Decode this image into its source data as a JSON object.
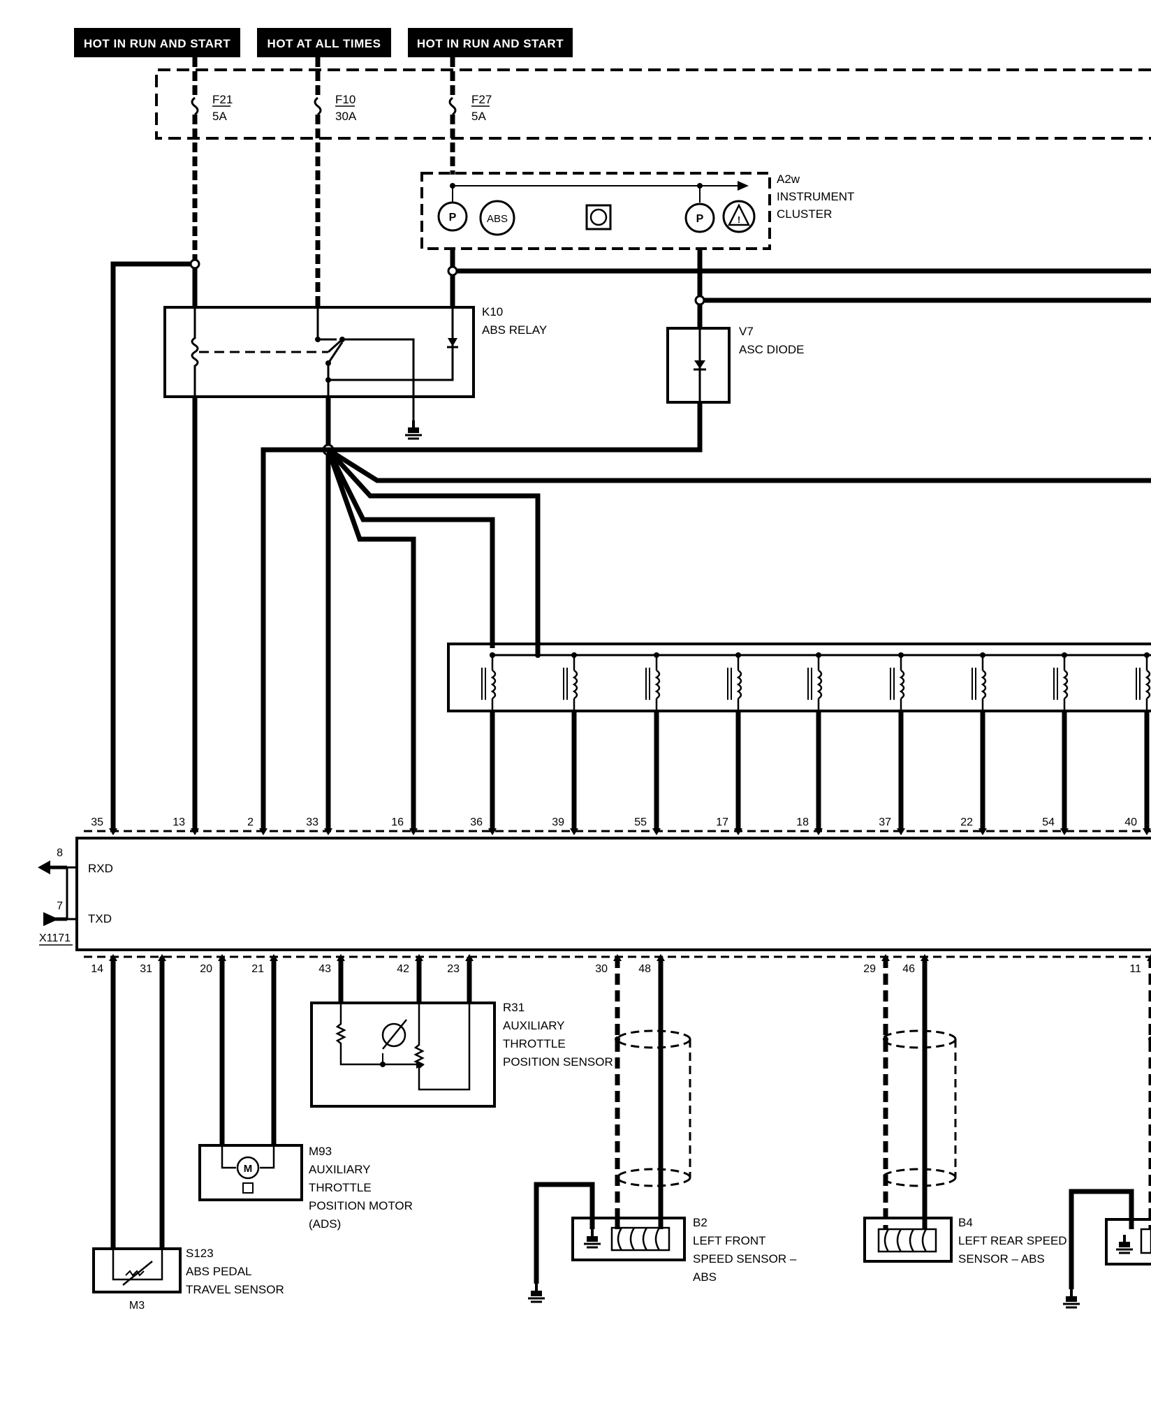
{
  "power_labels": [
    {
      "id": "hot1",
      "text": "HOT IN RUN AND START"
    },
    {
      "id": "hot2",
      "text": "HOT AT ALL TIMES"
    },
    {
      "id": "hot3",
      "text": "HOT IN RUN AND START"
    }
  ],
  "fuses": [
    {
      "id": "f21",
      "name": "F21",
      "rating": "5A"
    },
    {
      "id": "f10",
      "name": "F10",
      "rating": "30A"
    },
    {
      "id": "f27",
      "name": "F27",
      "rating": "5A"
    }
  ],
  "components": {
    "instrument_cluster": {
      "code": "A2w",
      "name_line1": "INSTRUMENT",
      "name_line2": "CLUSTER",
      "abs_symbol": "ABS"
    },
    "abs_relay": {
      "code": "K10",
      "name": "ABS RELAY"
    },
    "asc_diode": {
      "code": "V7",
      "name": "ASC DIODE"
    },
    "throttle_sensor": {
      "code": "R31",
      "name_line1": "AUXILIARY",
      "name_line2": "THROTTLE",
      "name_line3": "POSITION SENSOR"
    },
    "throttle_motor": {
      "code": "M93",
      "name_line1": "AUXILIARY",
      "name_line2": "THROTTLE",
      "name_line3": "POSITION MOTOR",
      "name_line4": "(ADS)",
      "symbol": "M"
    },
    "pedal_sensor": {
      "code": "S123",
      "name_line1": "ABS PEDAL",
      "name_line2": "TRAVEL SENSOR",
      "sub": "M3"
    },
    "left_front_sensor": {
      "code": "B2",
      "name_line1": "LEFT FRONT",
      "name_line2": "SPEED SENSOR –",
      "name_line3": "ABS"
    },
    "left_rear_sensor": {
      "code": "B4",
      "name_line1": "LEFT REAR SPEED",
      "name_line2": "SENSOR – ABS"
    }
  },
  "control_module": {
    "rxd_label": "RXD",
    "txd_label": "TXD",
    "rxd_pin": "8",
    "txd_pin": "7",
    "connector": "X1171",
    "top_pins": [
      "35",
      "13",
      "2",
      "33",
      "16",
      "36",
      "39",
      "55",
      "17",
      "18",
      "37",
      "22",
      "54",
      "40"
    ],
    "bottom_pins": [
      "14",
      "31",
      "20",
      "21",
      "43",
      "42",
      "23",
      "30",
      "48",
      "29",
      "46",
      "11"
    ]
  },
  "colors": {
    "wire": "#000000",
    "background": "#ffffff",
    "label_box": "#000000",
    "label_text": "#ffffff"
  }
}
